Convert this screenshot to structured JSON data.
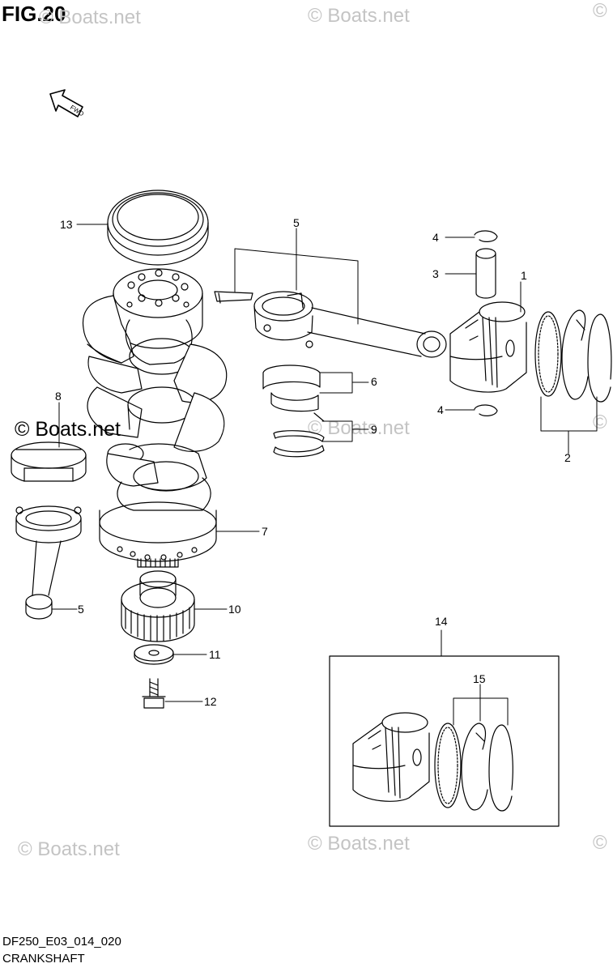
{
  "figure": {
    "title": "FIG.20",
    "code": "DF250_E03_014_020",
    "caption": "CRANKSHAFT",
    "fwd_label": "FWD"
  },
  "watermarks": {
    "text": "© Boats.net",
    "copyright_symbol": "©"
  },
  "callouts": {
    "c1": "1",
    "c2": "2",
    "c3": "3",
    "c4a": "4",
    "c4b": "4",
    "c5a": "5",
    "c5b": "5",
    "c6": "6",
    "c7": "7",
    "c8": "8",
    "c9": "9",
    "c10": "10",
    "c11": "11",
    "c12": "12",
    "c13": "13",
    "c14": "14",
    "c15": "15"
  },
  "colors": {
    "line": "#000000",
    "watermark": "#c4c4c4",
    "background": "#ffffff"
  }
}
